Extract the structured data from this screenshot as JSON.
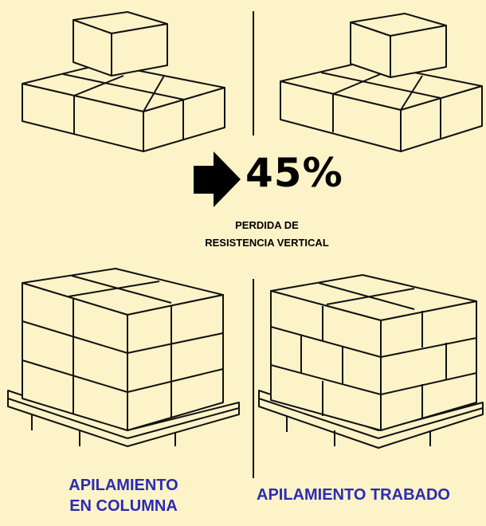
{
  "figure": {
    "percentage": "45%",
    "loss_label_line1": "PERDIDA DE",
    "loss_label_line2": "RESISTENCIA VERTICAL",
    "caption_column_line1": "APILAMIENTO",
    "caption_column_line2": "EN COLUMNA",
    "caption_interlocked": "APILAMIENTO TRABADO",
    "colors": {
      "background": "#fdf3c8",
      "line": "#111111",
      "caption": "#2b2bb3"
    }
  }
}
